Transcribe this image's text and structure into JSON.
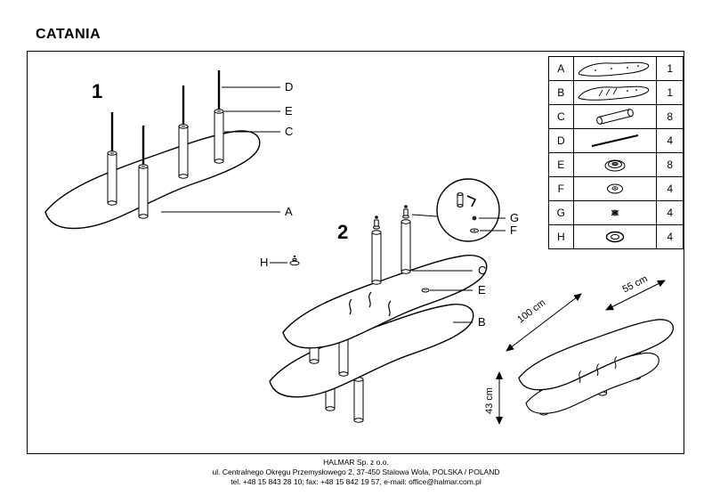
{
  "title": "CATANIA",
  "steps": {
    "step1": {
      "number": "1",
      "callouts": {
        "d": "D",
        "e": "E",
        "c": "C",
        "a": "A"
      }
    },
    "step2": {
      "number": "2",
      "callouts": {
        "h": "H",
        "g": "G",
        "f": "F",
        "c": "C",
        "e": "E",
        "b": "B"
      }
    }
  },
  "parts_table": {
    "rows": [
      {
        "id": "A",
        "icon": "top-glass-panel-icon",
        "qty": "1"
      },
      {
        "id": "B",
        "icon": "lower-glass-panel-icon",
        "qty": "1"
      },
      {
        "id": "C",
        "icon": "leg-tube-icon",
        "qty": "8"
      },
      {
        "id": "D",
        "icon": "support-rod-icon",
        "qty": "4"
      },
      {
        "id": "E",
        "icon": "grommet-icon",
        "qty": "8"
      },
      {
        "id": "F",
        "icon": "washer-icon",
        "qty": "4"
      },
      {
        "id": "G",
        "icon": "screw-icon",
        "qty": "4"
      },
      {
        "id": "H",
        "icon": "cap-ring-icon",
        "qty": "4"
      }
    ]
  },
  "dimensions": {
    "length": "100 cm",
    "depth": "55 cm",
    "height": "43 cm"
  },
  "footer": {
    "company": "HALMAR Sp. z o.o.",
    "address": "ul. Centralnego Okręgu Przemysłowego 2, 37-450 Stalowa Wola, POLSKA / POLAND",
    "contact": "tel. +48 15 843 28 10; fax: +48 15 842 19 57, e-mail: office@halmar.com.pl"
  }
}
